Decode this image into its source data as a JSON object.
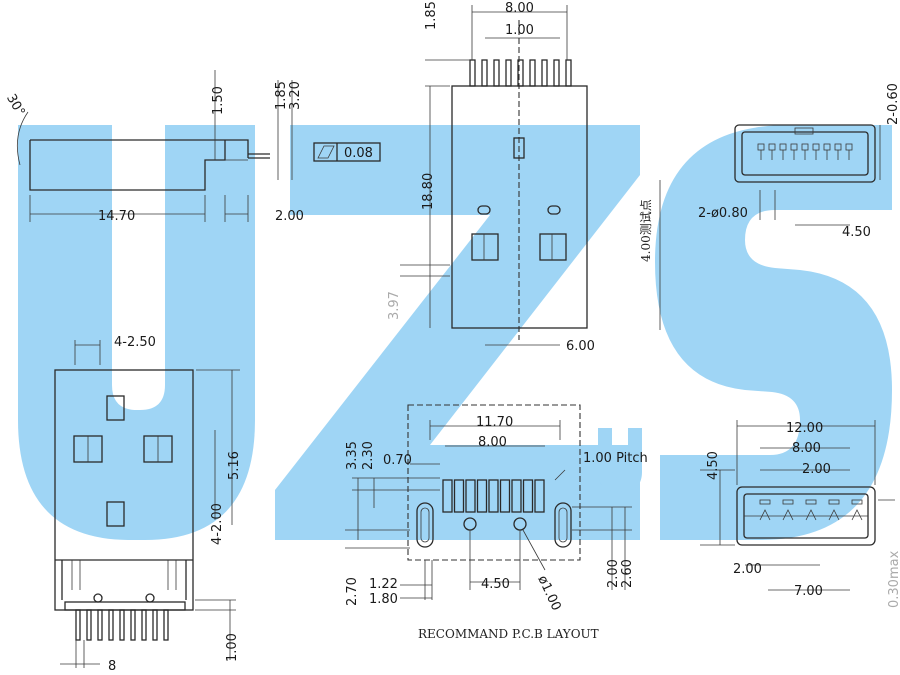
{
  "watermark": {
    "text": "UZS",
    "sub": "U",
    "color": "#9fd5f5"
  },
  "caption": "RECOMMAND P.C.B LAYOUT",
  "side_view": {
    "angle": "30°",
    "d1": "1.50",
    "d2": "1.85",
    "d3": "3.20",
    "flatness": "0.08",
    "length": "14.70",
    "d4": "2.00"
  },
  "top_view": {
    "pin_span": "8.00",
    "pin_pitch": "1.00",
    "pin_len": "1.85",
    "length": "18.80",
    "test_note": "4.00测试点",
    "d_397": "3.97",
    "d_600": "6.00"
  },
  "front_top": {
    "holes": "2-0.60",
    "peg": "2-ø0.80",
    "d_450": "4.50"
  },
  "bottom_view": {
    "d_250": "4-2.50",
    "d_516": "5.16",
    "d_200": "4-2.00",
    "d_100": "1.00",
    "d_8": "8"
  },
  "pcb": {
    "w": "11.70",
    "span": "8.00",
    "d_335": "3.35",
    "d_230": "2.30",
    "d_070": "0.70",
    "pitch": "1.00 Pitch",
    "d_270": "2.70",
    "d_122": "1.22",
    "d_180": "1.80",
    "d_450": "4.50",
    "hole": "ø1.00",
    "d_200": "2.00",
    "d_260": "2.60"
  },
  "front_bottom": {
    "w": "12.00",
    "span": "8.00",
    "pitch": "2.00",
    "h": "4.50",
    "d_200": "2.00",
    "d_700": "7.00",
    "d_max": "0.30max"
  }
}
